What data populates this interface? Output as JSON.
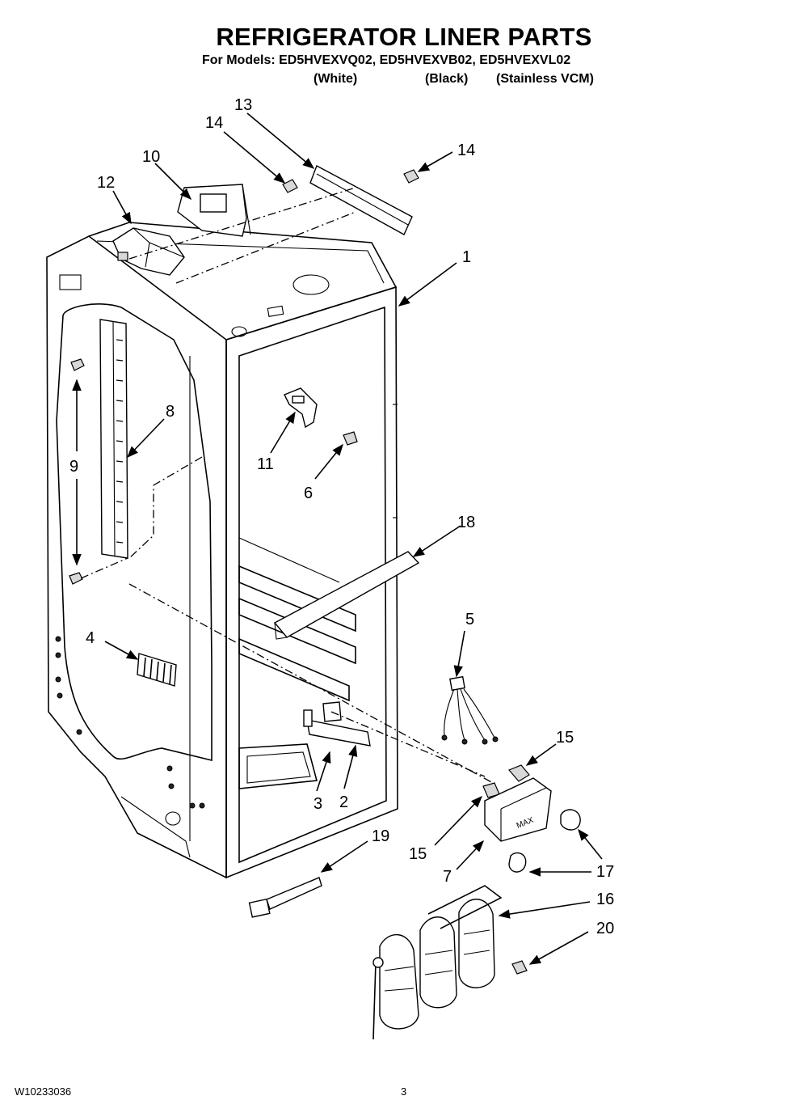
{
  "header": {
    "title": "REFRIGERATOR LINER PARTS",
    "models_line": "For Models: ED5HVEXVQ02, ED5HVEXVB02, ED5HVEXVL02",
    "variants": [
      "(White)",
      "(Black)",
      "(Stainless VCM)"
    ]
  },
  "callouts": {
    "c1": "1",
    "c2": "2",
    "c3": "3",
    "c4": "4",
    "c5": "5",
    "c6": "6",
    "c7": "7",
    "c8": "8",
    "c9": "9",
    "c10": "10",
    "c11": "11",
    "c12": "12",
    "c13": "13",
    "c14a": "14",
    "c14b": "14",
    "c15a": "15",
    "c15b": "15",
    "c16": "16",
    "c17": "17",
    "c18": "18",
    "c19": "19",
    "c20": "20"
  },
  "drawing": {
    "ice_bin_label": "MAX"
  },
  "footer": {
    "doc_number": "W10233036",
    "page_number": "3"
  }
}
